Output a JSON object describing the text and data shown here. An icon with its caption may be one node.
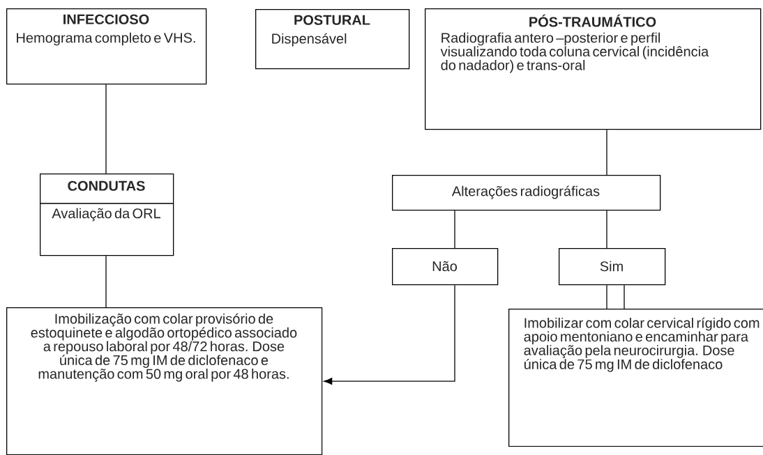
{
  "diagram": {
    "nodes": [
      {
        "text": [
          "INFECCIOSO",
          "Hemograma completo e VHS."
        ]
      },
      {
        "text": [
          "POSTURAL",
          "Dispensável"
        ]
      },
      {
        "text": [
          "PÓS-TRAUMÁTICO",
          "Radiografia antero –posterior e perfil visualizando toda coluna cervical (incidência do nadador) e trans-oral"
        ]
      },
      {
        "text": [
          "CONDUTAS",
          "Avaliação da ORL"
        ]
      },
      {
        "text": [
          "Alterações radiográficas"
        ]
      },
      {
        "text": [
          "Não"
        ]
      },
      {
        "text": [
          "Sim"
        ]
      },
      {
        "text": [
          "Imobilização com colar provisório de estoquinete e algodão ortopédico associado a repouso laboral por 48/72 horas. Dose única de 75 mg IM de diclofenaco e manutenção com 50 mg oral por 48 horas."
        ]
      },
      {
        "text": [
          "Imobilizar com colar cervical rígido com apoio mentoniano e encaminhar para avaliação pela neurocirurgia. Dose única de 75 mg IM de diclofenaco"
        ]
      }
    ],
    "edges": [
      {
        "from": 0,
        "to": 3,
        "arrow": "none"
      },
      {
        "from": 3,
        "to": 7,
        "arrow": "none"
      },
      {
        "from": 2,
        "to": 4,
        "arrow": "none"
      },
      {
        "from": 4,
        "to": 5,
        "arrow": "none"
      },
      {
        "from": 4,
        "to": 6,
        "arrow": "none"
      },
      {
        "from": 5,
        "to": 7,
        "arrow": "to"
      },
      {
        "from": 6,
        "to": 8,
        "arrow": "none"
      },
      {
        "from": 6,
        "to": 8,
        "arrow": "none"
      }
    ]
  }
}
